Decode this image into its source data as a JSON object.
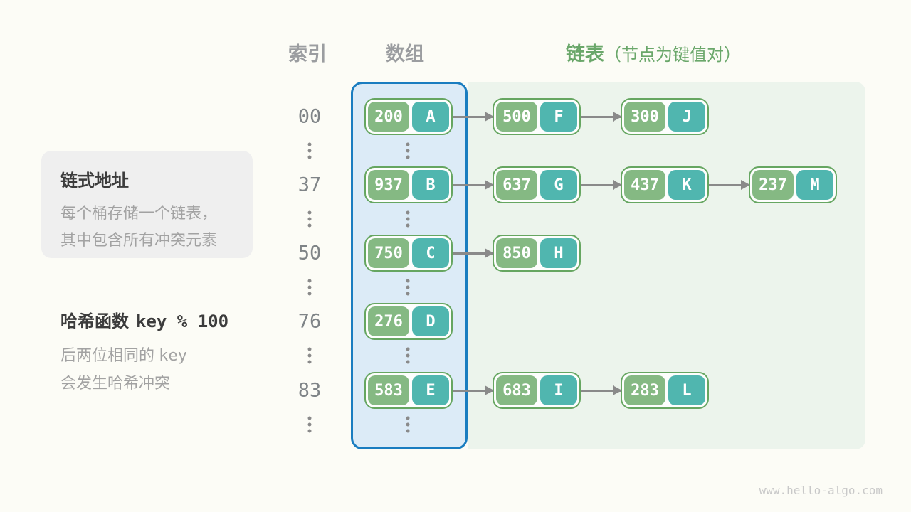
{
  "headers": {
    "index": "索引",
    "array": "数组",
    "list": "链表",
    "list_note": "（节点为键值对）"
  },
  "notes": {
    "chaining": {
      "title": "链式地址",
      "lines": [
        "每个桶存储一个链表，",
        "其中包含所有冲突元素"
      ]
    },
    "hash": {
      "title": "哈希函数",
      "formula": "key % 100",
      "line1_text": "后两位相同的",
      "line1_code": "key",
      "line2": "会发生哈希冲突"
    }
  },
  "buckets": [
    {
      "index": "00",
      "array_node": {
        "key": "200",
        "value": "A"
      },
      "chain": [
        {
          "key": "500",
          "value": "F"
        },
        {
          "key": "300",
          "value": "J"
        }
      ]
    },
    {
      "index": "37",
      "array_node": {
        "key": "937",
        "value": "B"
      },
      "chain": [
        {
          "key": "637",
          "value": "G"
        },
        {
          "key": "437",
          "value": "K"
        },
        {
          "key": "237",
          "value": "M"
        }
      ]
    },
    {
      "index": "50",
      "array_node": {
        "key": "750",
        "value": "C"
      },
      "chain": [
        {
          "key": "850",
          "value": "H"
        }
      ]
    },
    {
      "index": "76",
      "array_node": {
        "key": "276",
        "value": "D"
      },
      "chain": []
    },
    {
      "index": "83",
      "array_node": {
        "key": "583",
        "value": "E"
      },
      "chain": [
        {
          "key": "683",
          "value": "I"
        },
        {
          "key": "283",
          "value": "L"
        }
      ]
    }
  ],
  "watermark": "www.hello-algo.com",
  "colors": {
    "blue_border": "#1a7dc0",
    "array_bg": "#dcebf7",
    "list_bg": "#ecf4ec",
    "node_border": "#66a661",
    "key_green": "#85b983",
    "value_teal": "#50b6af",
    "arrow_gray": "#8a8a8a",
    "header_green": "#6aa76a"
  }
}
